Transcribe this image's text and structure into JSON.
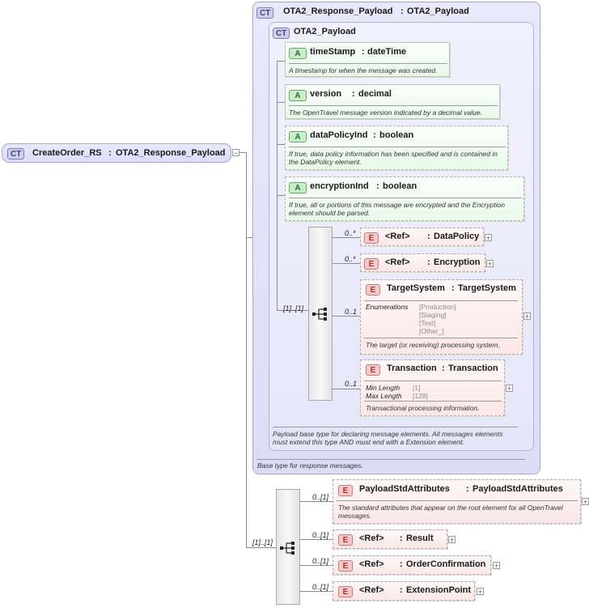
{
  "root": {
    "badge": "CT",
    "name": "CreateOrder_RS",
    "type": "OTA2_Response_Payload"
  },
  "outer": {
    "badge": "CT",
    "name": "OTA2_Response_Payload",
    "type": "OTA2_Payload",
    "description": "Base type for response messages."
  },
  "inner": {
    "badge": "CT",
    "name": "OTA2_Payload",
    "description": "Payload base type for declaring message elements. All messages elements must extend this type AND must end with a Extension element."
  },
  "attributes": [
    {
      "badge": "A",
      "name": "timeStamp",
      "type": "dateTime",
      "description": "A timestamp for when the message was created."
    },
    {
      "badge": "A",
      "name": "version",
      "type": "decimal",
      "description": "The OpenTravel message version indicated by a decimal value."
    },
    {
      "badge": "A",
      "name": "dataPolicyInd",
      "type": "boolean",
      "description": "If true, data policy information has been specified and is contained in the DataPolicy element."
    },
    {
      "badge": "A",
      "name": "encryptionInd",
      "type": "boolean",
      "description": "If true, all or portions of this message are encrypted and the Encryption element should be parsed."
    }
  ],
  "inner_sequence": {
    "cardinality": "[1]..[1]",
    "items": [
      {
        "badge": "E",
        "occurs": "0..*",
        "ref": "<Ref>",
        "type": "DataPolicy"
      },
      {
        "badge": "E",
        "occurs": "0..*",
        "ref": "<Ref>",
        "type": "Encryption"
      },
      {
        "badge": "E",
        "occurs": "0..1",
        "name": "TargetSystem",
        "type": "TargetSystem",
        "facet_label": "Enumerations",
        "enumerations": [
          "[Production]",
          "[Staging]",
          "[Test]",
          "[Other_]"
        ],
        "description": "The target (or receiving) processing system."
      },
      {
        "badge": "E",
        "occurs": "0..1",
        "name": "Transaction",
        "type": "Transaction",
        "facets": [
          {
            "label": "Min Length",
            "value": "[1]"
          },
          {
            "label": "Max Length",
            "value": "[128]"
          }
        ],
        "description": "Transactional processing information."
      }
    ]
  },
  "outer_sequence": {
    "cardinality": "[1]..[1]",
    "items": [
      {
        "badge": "E",
        "occurs": "0..[1]",
        "name": "PayloadStdAttributes",
        "type": "PayloadStdAttributes",
        "description": "The standard attributes that appear on the root element for all OpenTravel messages."
      },
      {
        "badge": "E",
        "occurs": "0..[1]",
        "ref": "<Ref>",
        "type": "Result"
      },
      {
        "badge": "E",
        "occurs": "0..[1]",
        "ref": "<Ref>",
        "type": "OrderConfirmation"
      },
      {
        "badge": "E",
        "occurs": "0..[1]",
        "ref": "<Ref>",
        "type": "ExtensionPoint"
      }
    ]
  },
  "symbols": {
    "expand": "+",
    "collapse": "−",
    "colon": ":"
  },
  "colors": {
    "complex_type": "#dcdcf7",
    "attribute": "#e9f9e9",
    "element": "#fbe7e7"
  }
}
